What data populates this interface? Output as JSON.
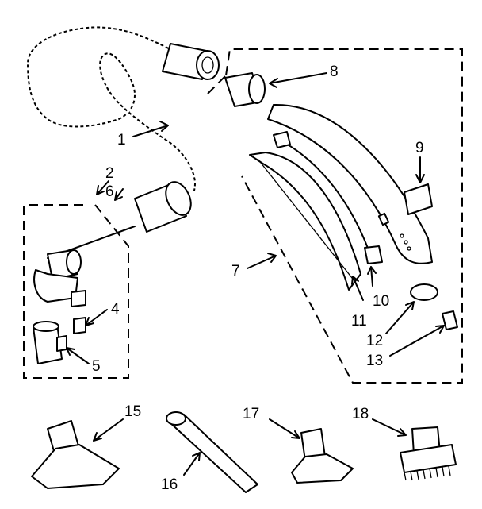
{
  "diagram": {
    "callouts": [
      {
        "id": "1",
        "text": "1"
      },
      {
        "id": "2",
        "text": "2"
      },
      {
        "id": "6",
        "text": "6"
      },
      {
        "id": "4",
        "text": "4"
      },
      {
        "id": "5",
        "text": "5"
      },
      {
        "id": "7",
        "text": "7"
      },
      {
        "id": "8",
        "text": "8"
      },
      {
        "id": "9",
        "text": "9"
      },
      {
        "id": "10",
        "text": "10"
      },
      {
        "id": "11",
        "text": "11"
      },
      {
        "id": "12",
        "text": "12"
      },
      {
        "id": "13",
        "text": "13"
      },
      {
        "id": "15",
        "text": "15"
      },
      {
        "id": "16",
        "text": "16"
      },
      {
        "id": "17",
        "text": "17"
      },
      {
        "id": "18",
        "text": "18"
      }
    ],
    "ink_color": "#000000",
    "background": "#ffffff"
  }
}
